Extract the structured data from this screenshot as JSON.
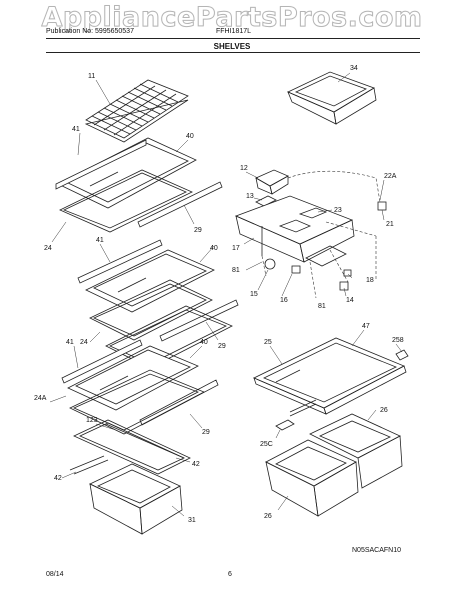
{
  "watermark": "AppliancePartsPros.com",
  "header": {
    "publication": "Publication No: 5995650537",
    "model": "FFHI1817L",
    "title": "SHELVES"
  },
  "callouts": {
    "c11": "11",
    "c34": "34",
    "c41a": "41",
    "c40a": "40",
    "c12": "12",
    "c22a": "22A",
    "c13": "13",
    "c23": "23",
    "c29a": "29",
    "c21": "21",
    "c24a": "24",
    "c41b": "41",
    "c40b": "40",
    "c17": "17",
    "c81a": "81",
    "c18": "18",
    "c15": "15",
    "c16": "16",
    "c81b": "81",
    "c14": "14",
    "c24b": "24",
    "c29b": "29",
    "c47": "47",
    "c25": "25",
    "c258": "258",
    "c41c": "41",
    "c40c": "40",
    "c24ax": "24A",
    "c123": "123",
    "c29c": "29",
    "c26a": "26",
    "c25c": "25C",
    "c42a": "42",
    "c42b": "42",
    "c26b": "26",
    "c31": "31"
  },
  "footer": {
    "code": "N05SACAFN10",
    "date": "08/14",
    "page": "6"
  }
}
